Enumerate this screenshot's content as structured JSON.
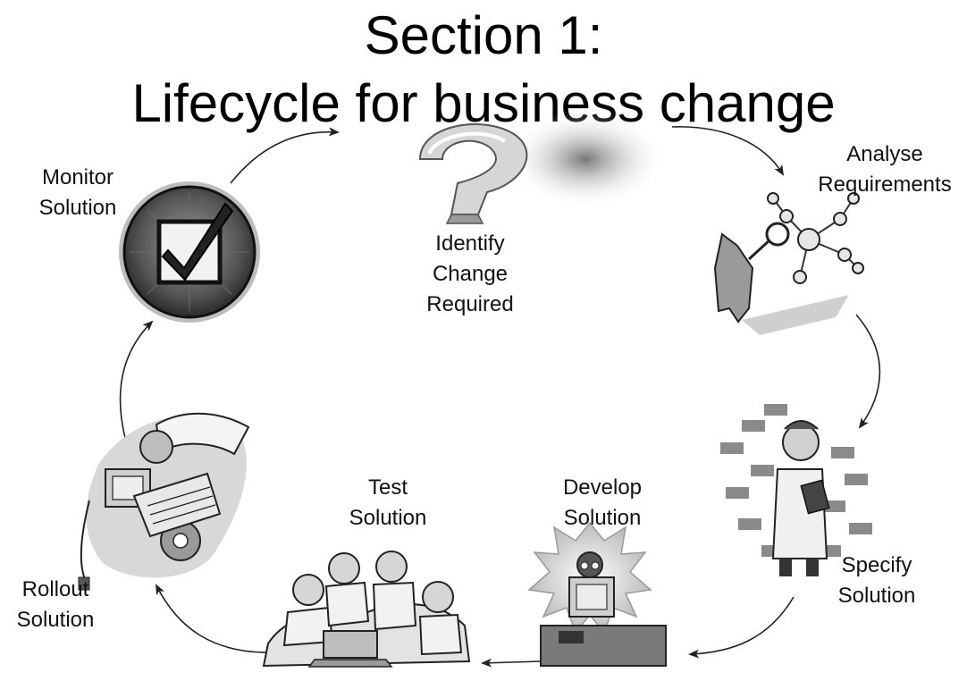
{
  "title": {
    "line1": "Section 1:",
    "line2": "Lifecycle for business change"
  },
  "stages": [
    {
      "line1": "Identify",
      "line2": "Change",
      "line3": "Required",
      "icon": "question-mark-icon"
    },
    {
      "line1": "Analyse",
      "line2": "Requirements",
      "icon": "molecule-analysis-icon"
    },
    {
      "line1": "Specify",
      "line2": "Solution",
      "icon": "scientist-clipboard-icon"
    },
    {
      "line1": "Develop",
      "line2": "Solution",
      "icon": "programmer-computer-icon"
    },
    {
      "line1": "Test",
      "line2": "Solution",
      "icon": "team-laptop-icon"
    },
    {
      "line1": "Rollout",
      "line2": "Solution",
      "icon": "machine-rollout-icon"
    },
    {
      "line1": "Monitor",
      "line2": "Solution",
      "icon": "checkbox-badge-icon"
    }
  ],
  "colors": {
    "arrow": "#222222",
    "art_dark": "#3a3a3a",
    "art_mid": "#8a8a8a",
    "art_light": "#cfcfcf"
  }
}
